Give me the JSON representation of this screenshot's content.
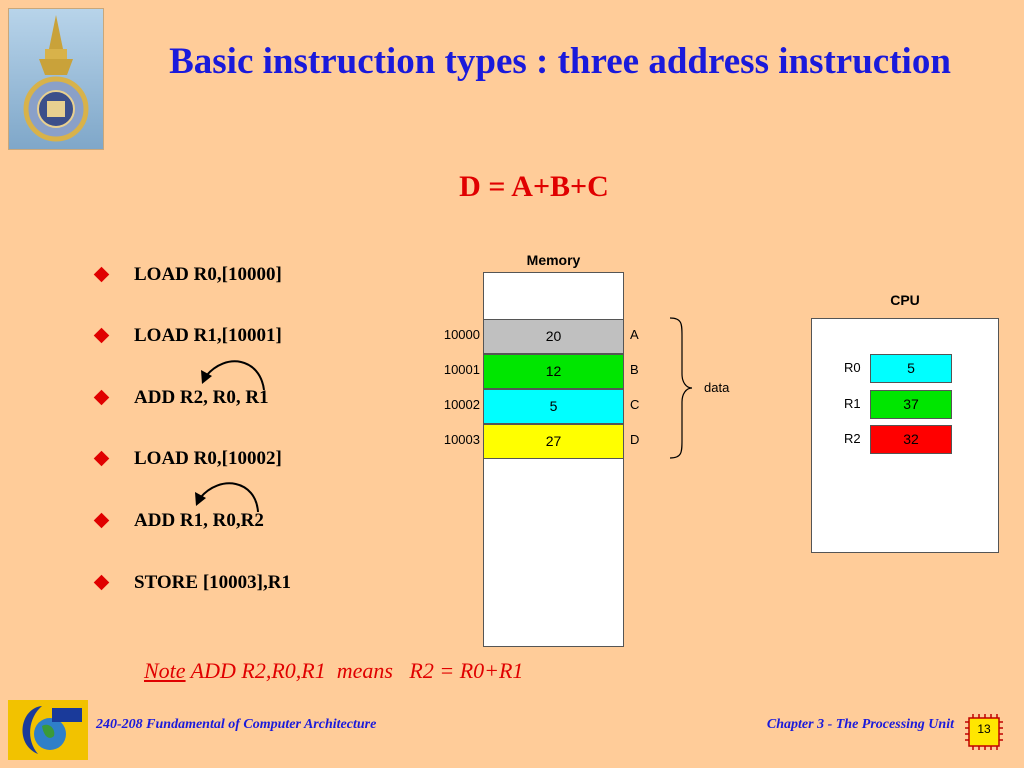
{
  "slide": {
    "title": "Basic instruction types : three address instruction",
    "equation": "D = A+B+C",
    "instructions": [
      "LOAD R0,[10000]",
      "LOAD R1,[10001]",
      "ADD R2, R0, R1",
      "LOAD R0,[10002]",
      "ADD R1, R0,R2",
      "STORE [10003],R1"
    ],
    "note": {
      "label": "Note",
      "text": "ADD R2,R0,R1",
      "means": "means",
      "result": "R2 = R0+R1"
    },
    "footer_left": "240-208 Fundamental of Computer Architecture",
    "footer_right": "Chapter 3 - The Processing Unit",
    "page_number": "13"
  },
  "memory": {
    "label": "Memory",
    "group_label": "data",
    "cells": [
      {
        "address": "10000",
        "value": "20",
        "var": "A",
        "color": "#C0C0C0"
      },
      {
        "address": "10001",
        "value": "12",
        "var": "B",
        "color": "#00E600"
      },
      {
        "address": "10002",
        "value": "5",
        "var": "C",
        "color": "#00FFFF"
      },
      {
        "address": "10003",
        "value": "27",
        "var": "D",
        "color": "#FFFF00"
      }
    ]
  },
  "cpu": {
    "label": "CPU",
    "registers": [
      {
        "name": "R0",
        "value": "5",
        "color": "#00FFFF"
      },
      {
        "name": "R1",
        "value": "37",
        "color": "#00E600"
      },
      {
        "name": "R2",
        "value": "32",
        "color": "#FF0000"
      }
    ]
  },
  "colors": {
    "background": "#FFCC99",
    "title": "#1A1ADB",
    "accent": "#E00000"
  },
  "icons": [
    "university-seal-logo",
    "course-globe-logo",
    "chip-icon"
  ]
}
